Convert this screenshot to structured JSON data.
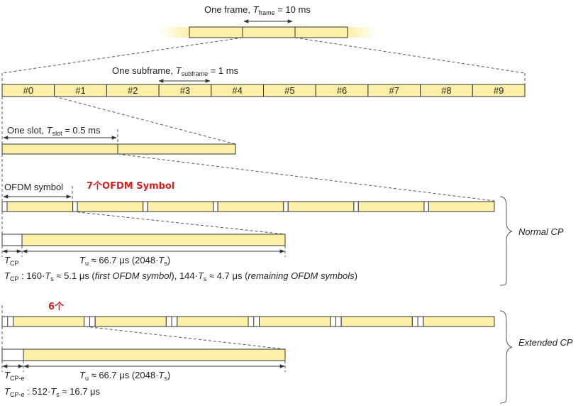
{
  "frame": {
    "label_prefix": "One frame, ",
    "symbol": "T",
    "subscript": "frame",
    "value": " = 10 ms"
  },
  "subframe": {
    "label_prefix": "One subframe, ",
    "symbol": "T",
    "subscript": "subframe",
    "value": " = 1 ms",
    "cells": [
      "#0",
      "#1",
      "#2",
      "#3",
      "#4",
      "#5",
      "#6",
      "#7",
      "#8",
      "#9"
    ]
  },
  "slot": {
    "label_prefix": "One slot, ",
    "symbol": "T",
    "subscript": "slot",
    "value": " = 0.5 ms"
  },
  "ofdm": {
    "label": "OFDM symbol",
    "normal_annotation": "7个OFDM Symbol",
    "extended_annotation": "6个"
  },
  "normal_cp": {
    "group_label": "Normal CP",
    "tcp_symbol": "T",
    "tcp_sub": "CP",
    "tu_text": "T",
    "tu_sub": "u",
    "tu_value": " ≈ 66.7 μs (2048·",
    "tu_ts": "T",
    "tu_ts_sub": "s",
    "tu_close": ")",
    "formula_lead": "T",
    "formula_lead_sub": "CP",
    "formula_part1": " : 160·",
    "formula_ts1": "T",
    "formula_ts1_sub": "s",
    "formula_part2": " ≈ 5.1 μs (",
    "formula_first": "first OFDM symbol",
    "formula_part3": "), 144·",
    "formula_ts2": "T",
    "formula_ts2_sub": "s",
    "formula_part4": " ≈ 4.7 μs (",
    "formula_remaining": "remaining OFDM symbols",
    "formula_part5": ")"
  },
  "extended_cp": {
    "group_label": "Extended CP",
    "tcp_symbol": "T",
    "tcp_sub": "CP-e",
    "tu_text": "T",
    "tu_sub": "u",
    "tu_value": " ≈ 66.7 μs (2048·",
    "tu_ts": "T",
    "tu_ts_sub": "s",
    "tu_close": ")",
    "formula_lead": "T",
    "formula_lead_sub": "CP-e",
    "formula_part1": " : 512·",
    "formula_ts": "T",
    "formula_ts_sub": "s",
    "formula_part2": " ≈ 16.7 μs"
  },
  "colors": {
    "cell_fill": "#fbf0a6",
    "annotation_red": "#d42020"
  }
}
